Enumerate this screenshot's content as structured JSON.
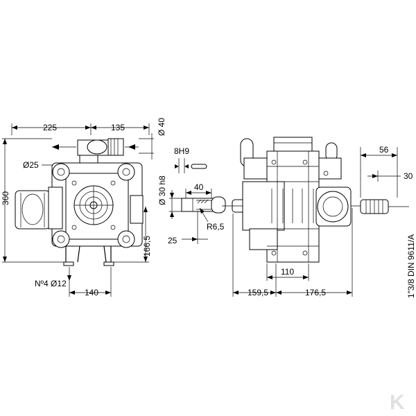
{
  "dimensions": {
    "left_width": "225",
    "right_width": "135",
    "diameter_40": "Ø 40",
    "diameter_25": "Ø25",
    "height_360": "360",
    "height_166": "166,5",
    "holes": "Nº4 Ø12",
    "base_140": "140",
    "key_width": "8H9",
    "shaft_diameter": "Ø 30 h8",
    "shaft_40": "40",
    "radius": "R6,5",
    "shaft_25": "25",
    "width_110": "110",
    "left_159": "159,5",
    "right_176": "176,5",
    "spline_56": "56",
    "spline_30": "30",
    "spline_spec": "1\"3/8 DIN 9611/A"
  },
  "colors": {
    "line": "#000000",
    "gray": "#d0d0d0",
    "logo": "#e0e0e0"
  },
  "logo": "K"
}
